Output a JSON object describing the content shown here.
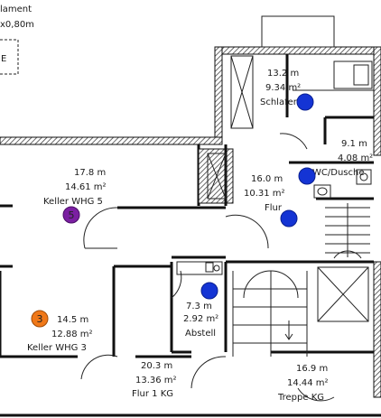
{
  "corner_note": {
    "line1": "lament",
    "line2": "x0,80m",
    "mark": "E"
  },
  "colors": {
    "wall": "#111111",
    "hatch": "#444444",
    "marker_blue": "#1434d4",
    "marker_purple": "#7b1fa2",
    "marker_orange": "#f07818"
  },
  "rooms": [
    {
      "id": "schlafen",
      "length": "13.2 m",
      "area": "9.34 m²",
      "name": "Schlafen"
    },
    {
      "id": "wc",
      "length": "9.1 m",
      "area": "4.08 m²",
      "name": "WC/Dusche"
    },
    {
      "id": "keller5",
      "length": "17.8 m",
      "area": "14.61 m²",
      "name": "Keller WHG 5"
    },
    {
      "id": "flur",
      "length": "16.0 m",
      "area": "10.31 m²",
      "name": "Flur"
    },
    {
      "id": "abstell",
      "length": "7.3 m",
      "area": "2.92 m²",
      "name": "Abstell"
    },
    {
      "id": "keller3",
      "length": "14.5 m",
      "area": "12.88 m²",
      "name": "Keller WHG 3"
    },
    {
      "id": "flur1kg",
      "length": "20.3 m",
      "area": "13.36 m²",
      "name": "Flur 1 KG"
    },
    {
      "id": "treppe",
      "length": "16.9 m",
      "area": "14.44 m²",
      "name": "Treppe KG"
    }
  ],
  "markers": [
    {
      "id": "m-schlafen",
      "label": "",
      "color": "#1434d4"
    },
    {
      "id": "m-wc",
      "label": "",
      "color": "#1434d4"
    },
    {
      "id": "m-flur",
      "label": "",
      "color": "#1434d4"
    },
    {
      "id": "m-abstell",
      "label": "",
      "color": "#1434d4"
    },
    {
      "id": "m-keller5",
      "label": "5",
      "color": "#7b1fa2"
    },
    {
      "id": "m-keller3",
      "label": "3",
      "color": "#f07818"
    }
  ]
}
